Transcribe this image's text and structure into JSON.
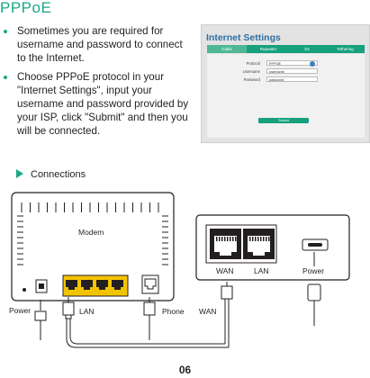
{
  "section_title": "PPPoE",
  "bullets": [
    "Sometimes you are required for username and password to connect to the Internet.",
    "Choose PPPoE protocol in your \"Internet Settings\", input your username and password provided by your ISP, click \"Submit\" and then you will be connected."
  ],
  "screenshot": {
    "title": "Internet Settings",
    "tabs": [
      "Cable",
      "Repeater",
      "3G",
      "Tethering"
    ],
    "fields": [
      {
        "label": "Protocol",
        "value": "PPPOE"
      },
      {
        "label": "Username",
        "value": "username"
      },
      {
        "label": "Password",
        "value": "password"
      }
    ],
    "submit_label": "Submit"
  },
  "connections_heading": "Connections",
  "diagram": {
    "modem_label": "Modem",
    "router_port_labels": [
      "WAN",
      "LAN",
      "Power"
    ],
    "cable_labels": {
      "power": "Power",
      "lan": "LAN",
      "phone": "Phone",
      "wan": "WAN"
    }
  },
  "page_number": "06",
  "colors": {
    "accent": "#1aa886",
    "port_yellow": "#f2c400"
  }
}
